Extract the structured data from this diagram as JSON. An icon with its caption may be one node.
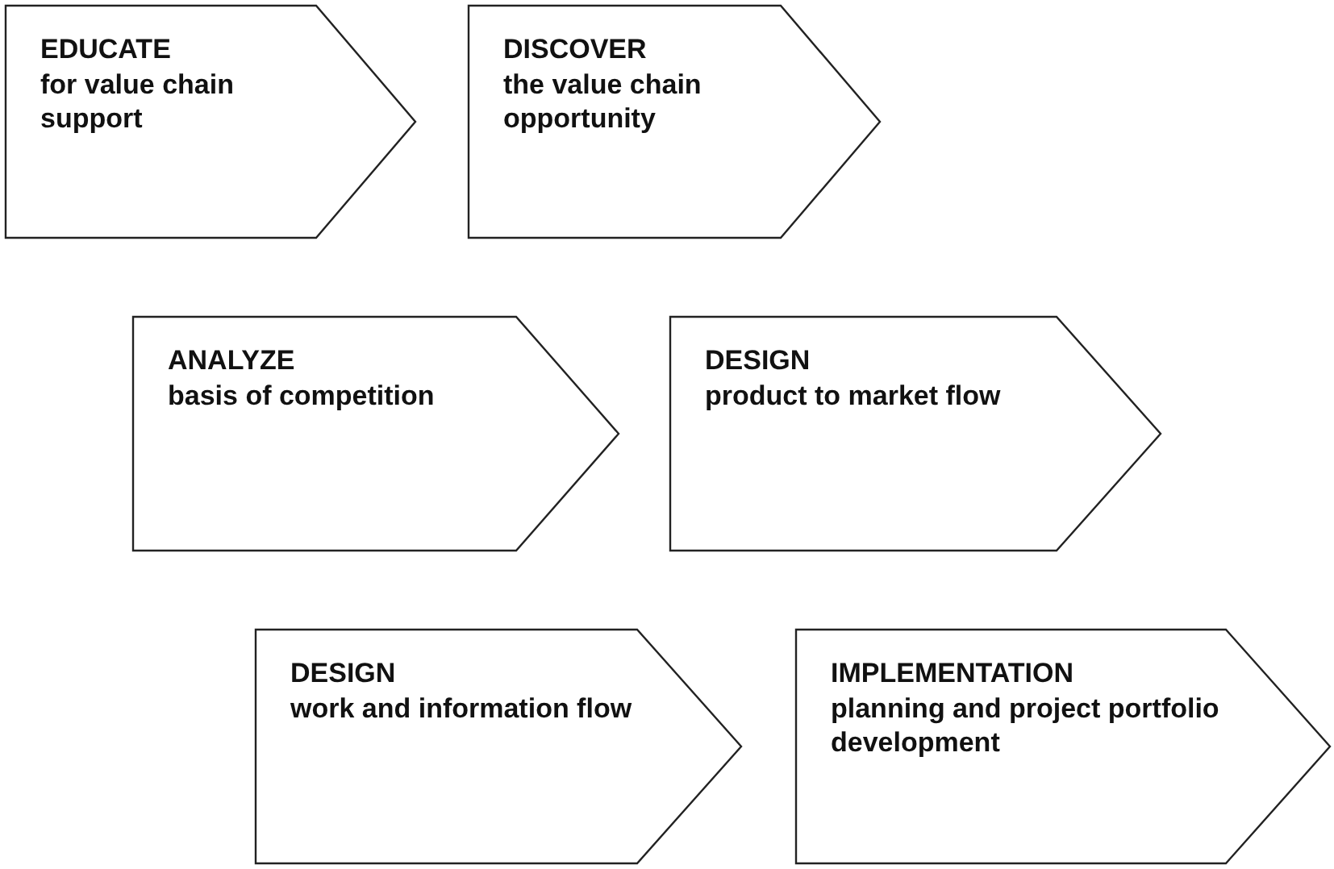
{
  "diagram": {
    "nodes": [
      {
        "text": [
          "EDUCATE",
          "for value chain support"
        ]
      },
      {
        "text": [
          "DISCOVER",
          "the value chain opportunity"
        ]
      },
      {
        "text": [
          "ANALYZE",
          "basis of competition"
        ]
      },
      {
        "text": [
          "DESIGN",
          "product to market flow"
        ]
      },
      {
        "text": [
          "DESIGN",
          "work and information flow"
        ]
      },
      {
        "text": [
          "IMPLEMENTATION",
          "planning and project portfolio development"
        ]
      }
    ]
  }
}
